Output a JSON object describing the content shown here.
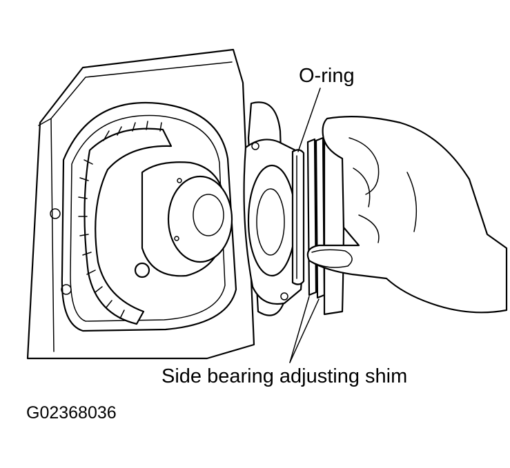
{
  "labels": {
    "oring": "O-ring",
    "shim": "Side bearing adjusting shim",
    "figure_id": "G02368036"
  },
  "colors": {
    "ink": "#000000",
    "background": "#ffffff"
  }
}
